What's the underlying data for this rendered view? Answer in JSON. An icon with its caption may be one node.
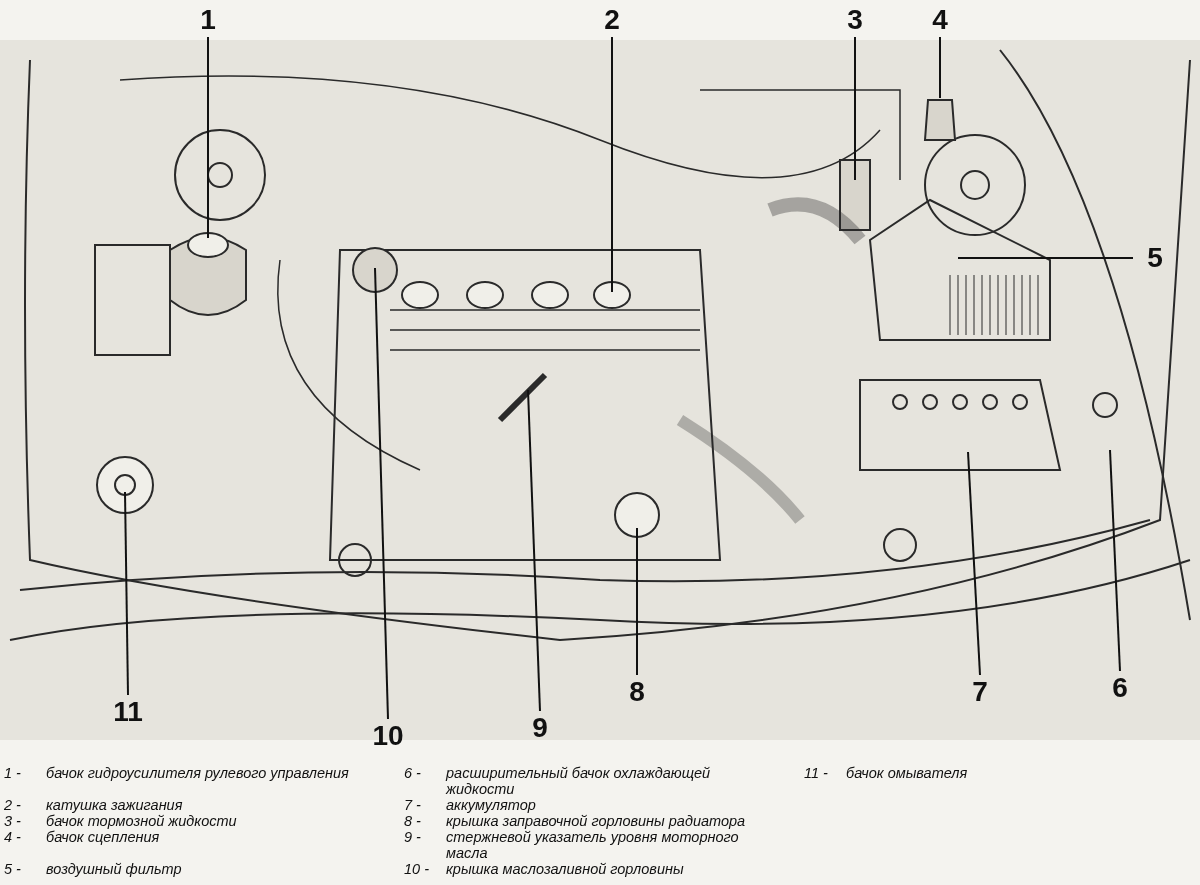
{
  "diagram": {
    "nodes": [
      {
        "text": [
          "1"
        ]
      },
      {
        "text": [
          "2"
        ]
      },
      {
        "text": [
          "3"
        ]
      },
      {
        "text": [
          "4"
        ]
      },
      {
        "text": [
          "5"
        ]
      },
      {
        "text": [
          "6"
        ]
      },
      {
        "text": [
          "7"
        ]
      },
      {
        "text": [
          "8"
        ]
      },
      {
        "text": [
          "9"
        ]
      },
      {
        "text": [
          "10"
        ]
      },
      {
        "text": [
          "11"
        ]
      }
    ],
    "edges": [
      {
        "from": 0,
        "to": null,
        "arrow": "none"
      },
      {
        "from": 1,
        "to": null,
        "arrow": "none"
      },
      {
        "from": 2,
        "to": null,
        "arrow": "none"
      },
      {
        "from": 3,
        "to": null,
        "arrow": "none"
      },
      {
        "from": 4,
        "to": null,
        "arrow": "none"
      },
      {
        "from": 5,
        "to": null,
        "arrow": "none"
      },
      {
        "from": 6,
        "to": null,
        "arrow": "none"
      },
      {
        "from": 7,
        "to": null,
        "arrow": "none"
      },
      {
        "from": 8,
        "to": null,
        "arrow": "none"
      },
      {
        "from": 9,
        "to": null,
        "arrow": "none"
      },
      {
        "from": 10,
        "to": null,
        "arrow": "none"
      }
    ],
    "labels": [
      "1 -",
      "бачок гидроусилителя рулевого управления",
      "2 -",
      "катушка зажигания",
      "3 -",
      "бачок тормозной жидкости",
      "4 -",
      "бачок сцепления",
      "5 -",
      "воздушный фильтр",
      "6 -",
      "расширительный бачок охлаждающей жидкости",
      "7 -",
      "аккумулятор",
      "8 -",
      "крышка заправочной горловины радиатора",
      "9 -",
      "стержневой указатель уровня моторного масла",
      "10 -",
      "крышка маслозаливной горловины",
      "11 -",
      "бачок омывателя"
    ]
  }
}
